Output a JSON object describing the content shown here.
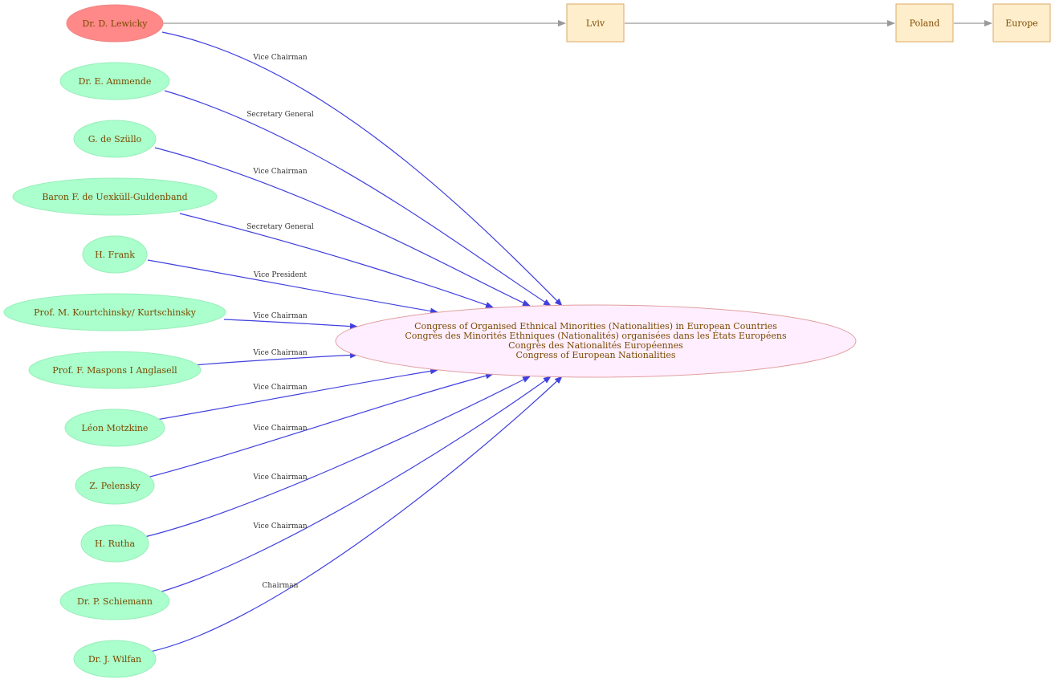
{
  "colors": {
    "person_fill": "#aaffcc",
    "highlight_fill": "#ff8888",
    "text": "#7a4a00",
    "edge": "#4040e0",
    "place_fill": "#ffeecc",
    "place_stroke": "#ddaa66",
    "place_edge": "#999999",
    "congress_fill": "#ffeeff",
    "congress_stroke": "#e0a0a0"
  },
  "congress": {
    "lines": [
      "Congress of Organised Ethnical Minorities (Nationalities) in European Countries",
      "Congrès des Minorités Ethniques (Nationalités) organisées dans les États Européens",
      "Congrès des Nationalités Européennes",
      "Congress of European Nationalities"
    ]
  },
  "people": [
    {
      "name": "Dr. D. Lewicky",
      "role": "Vice Chairman",
      "highlight": true
    },
    {
      "name": "Dr. E. Ammende",
      "role": "Secretary General"
    },
    {
      "name": "G. de Szüllo",
      "role": "Vice Chairman"
    },
    {
      "name": "Baron F.  de Uexküll-Guldenband",
      "role": "Secretary General"
    },
    {
      "name": "H. Frank",
      "role": "Vice President"
    },
    {
      "name": "Prof. M. Kourtchinsky/ Kurtschinsky",
      "role": "Vice Chairman"
    },
    {
      "name": "Prof. F.  Maspons I Anglasell",
      "role": "Vice Chairman"
    },
    {
      "name": "Léon Motzkine",
      "role": "Vice Chairman"
    },
    {
      "name": "Z. Pelensky",
      "role": "Vice Chairman"
    },
    {
      "name": "H. Rutha",
      "role": "Vice Chairman"
    },
    {
      "name": "Dr. P. Schiemann",
      "role": "Vice Chairman"
    },
    {
      "name": "Dr. J. Wilfan",
      "role": "Chairman"
    }
  ],
  "places": [
    "Lviv",
    "Poland",
    "Europe"
  ]
}
